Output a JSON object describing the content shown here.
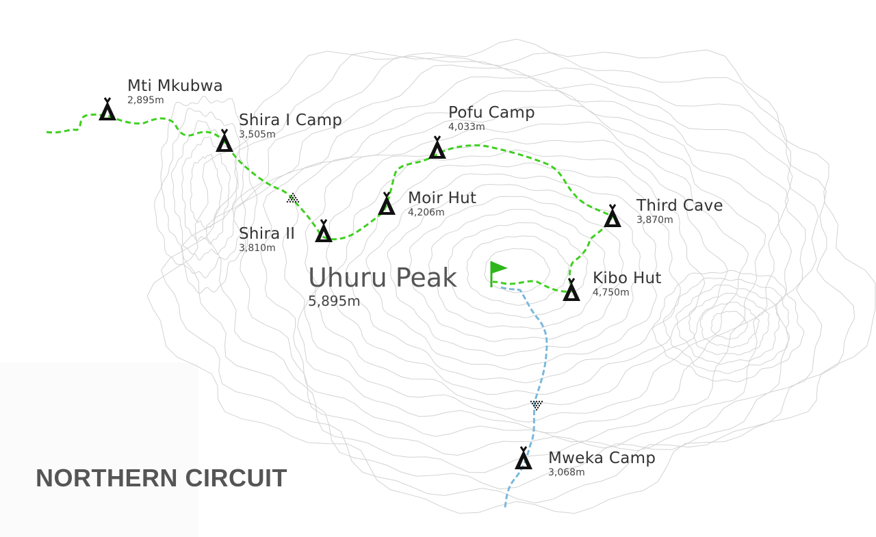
{
  "title": "NORTHERN CIRCUIT",
  "colors": {
    "route": "#3ecf1f",
    "descent": "#7ab8dd",
    "contour": "#d4d4d4",
    "title": "#555555",
    "icon": "#111111"
  },
  "summit": {
    "name": "Uhuru Peak",
    "elevation": "5,895m",
    "icon": "flag-icon"
  },
  "camps": [
    {
      "name": "Mti Mkubwa",
      "elevation": "2,895m"
    },
    {
      "name": "Shira I Camp",
      "elevation": "3,505m"
    },
    {
      "name": "Shira II",
      "elevation": "3,810m"
    },
    {
      "name": "Moir Hut",
      "elevation": "4,206m"
    },
    {
      "name": "Pofu Camp",
      "elevation": "4,033m"
    },
    {
      "name": "Third Cave",
      "elevation": "3,870m"
    },
    {
      "name": "Kibo Hut",
      "elevation": "4,750m"
    },
    {
      "name": "Mweka Camp",
      "elevation": "3,068m"
    }
  ]
}
